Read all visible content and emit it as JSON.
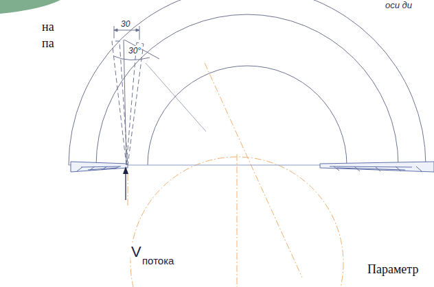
{
  "diagram": {
    "labels": [
      "на",
      "па",
      "оси ди",
      "30",
      "30°",
      "V",
      "потока",
      "Параметр"
    ]
  }
}
